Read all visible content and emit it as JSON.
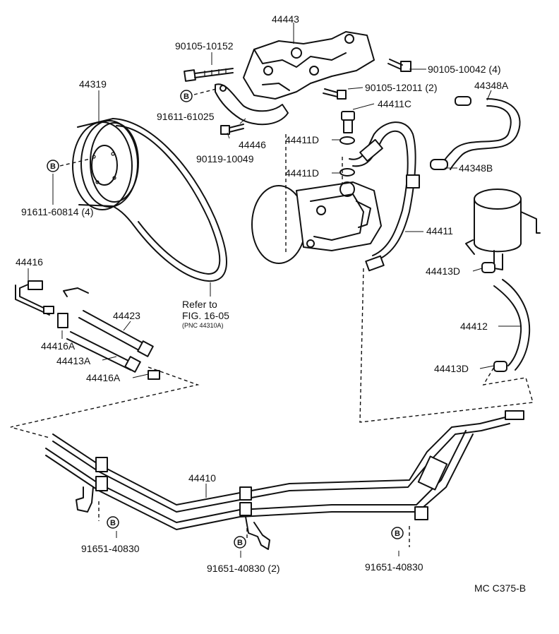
{
  "labels": {
    "l44443": "44443",
    "l90105_10152": "90105-10152",
    "l44319": "44319",
    "l91611_61025": "91611-61025",
    "l90105_10042": "90105-10042 (4)",
    "l44348A": "44348A",
    "l90105_12011": "90105-12011 (2)",
    "l44411C": "44411C",
    "l44446": "44446",
    "l44411D_a": "44411D",
    "l90119_10049": "90119-10049",
    "l44348B": "44348B",
    "l44411D_b": "44411D",
    "l91611_60814": "91611-60814 (4)",
    "l44411": "44411",
    "l44416": "44416",
    "l44413D_a": "44413D",
    "l44423": "44423",
    "l44416A_a": "44416A",
    "l44413A": "44413A",
    "l44416A_b": "44416A",
    "l44412": "44412",
    "l44413D_b": "44413D",
    "l44410": "44410",
    "l91651_40830_a": "91651-40830",
    "l91651_40830_b": "91651-40830 (2)",
    "l91651_40830_c": "91651-40830",
    "refer_line1": "Refer to",
    "refer_line2": "FIG. 16-05",
    "refer_line3": "(PNC 44310A)",
    "footer_code": "MC  C375-B",
    "b_symbol": "B"
  }
}
